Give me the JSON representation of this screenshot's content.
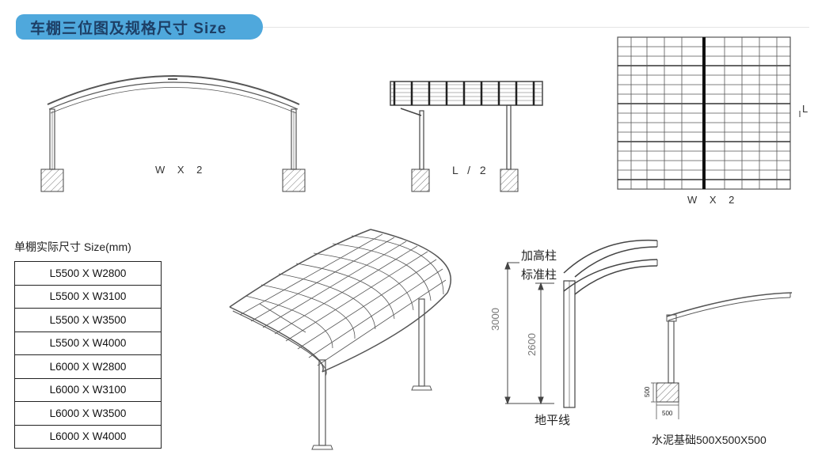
{
  "header": {
    "title": "车棚三位图及规格尺寸 Size"
  },
  "views": {
    "front_label": "W X 2",
    "side_label": "L / 2",
    "top_label": "W X 2",
    "top_side_label": "L"
  },
  "size_table": {
    "heading": "单棚实际尺寸 Size(mm)",
    "rows": [
      "L5500 X W2800",
      "L5500 X W3100",
      "L5500 X W3500",
      "L5500 X W4000",
      "L6000 X W2800",
      "L6000 X W3100",
      "L6000 X W3500",
      "L6000 X W4000"
    ]
  },
  "column_detail": {
    "raised_column": "加高柱",
    "standard_column": "标准柱",
    "ground_line": "地平线",
    "height_raised": "3000",
    "height_standard": "2600"
  },
  "foundation": {
    "label": "水泥基础500X500X500",
    "dim_height": "500",
    "dim_width": "500"
  }
}
